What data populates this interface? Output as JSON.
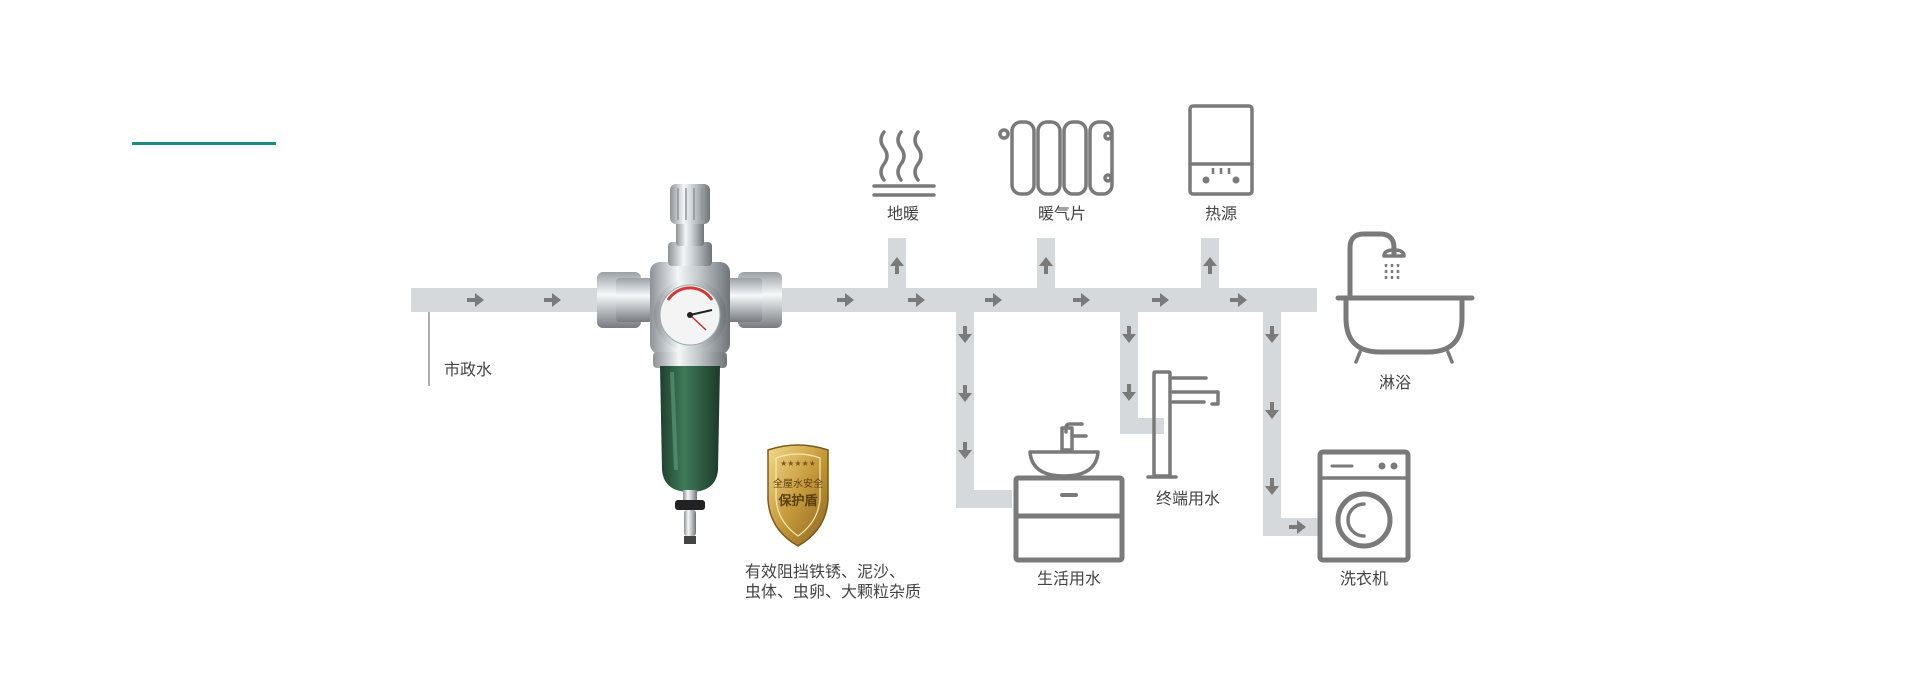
{
  "labels": {
    "municipal_water": "市政水",
    "floor_heating": "地暖",
    "radiator": "暖气片",
    "heat_source": "热源",
    "shower": "淋浴",
    "terminal_water": "终端用水",
    "domestic_water": "生活用水",
    "washing_machine": "洗衣机",
    "filter_desc_line1": "有效阻挡铁锈、泥沙、",
    "filter_desc_line2": "虫体、虫卵、大颗粒杂质",
    "shield_line1": "全屋水安全",
    "shield_line2": "保护盾"
  },
  "colors": {
    "accent_line": "#1a8c7e",
    "pipe": "#d5d9db",
    "arrow": "#7a7a7a",
    "icon": "#7a7a7a",
    "text": "#444444",
    "filter_bowl": "#2f5d44",
    "shield_gold": "#c9a24a"
  },
  "icons": {
    "floor_heating": "steam-floor-heating-icon",
    "radiator": "radiator-icon",
    "heat_source": "boiler-icon",
    "shower": "bathtub-shower-icon",
    "terminal_water": "faucet-icon",
    "domestic_water": "washbasin-cabinet-icon",
    "washing_machine": "washing-machine-icon",
    "filter": "prefilter-device-icon",
    "shield": "shield-icon"
  }
}
